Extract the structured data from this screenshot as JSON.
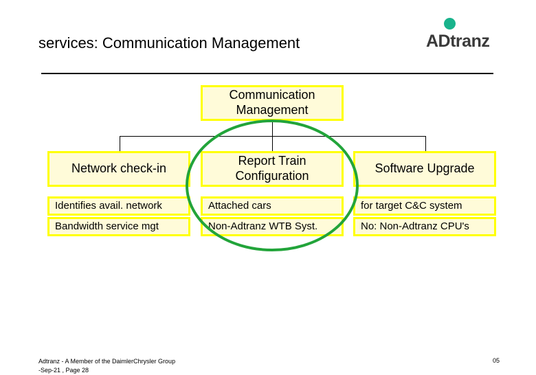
{
  "header": {
    "title": "services: Communication Management",
    "logo_text": "ADtranz",
    "logo_dot_color": "#19b38c"
  },
  "diagram": {
    "root": {
      "line1": "Communication",
      "line2": "Management"
    },
    "columns": [
      {
        "heading": "Network check-in",
        "rows": [
          "Identifies avail. network",
          "Bandwidth service mgt"
        ]
      },
      {
        "heading_line1": "Report Train",
        "heading_line2": "Configuration",
        "rows": [
          "Attached cars",
          "Non-Adtranz WTB Syst."
        ]
      },
      {
        "heading": "Software Upgrade",
        "rows": [
          "for target C&C system",
          "No: Non-Adtranz CPU's"
        ]
      }
    ],
    "box_fill": "#fffbd9",
    "box_border": "#ffff00",
    "highlight_color": "#22a43a"
  },
  "footer": {
    "left_line1": "Adtranz - A Member of the DaimlerChrysler Group",
    "left_line2": "-Sep-21 , Page 28",
    "right": "05"
  }
}
